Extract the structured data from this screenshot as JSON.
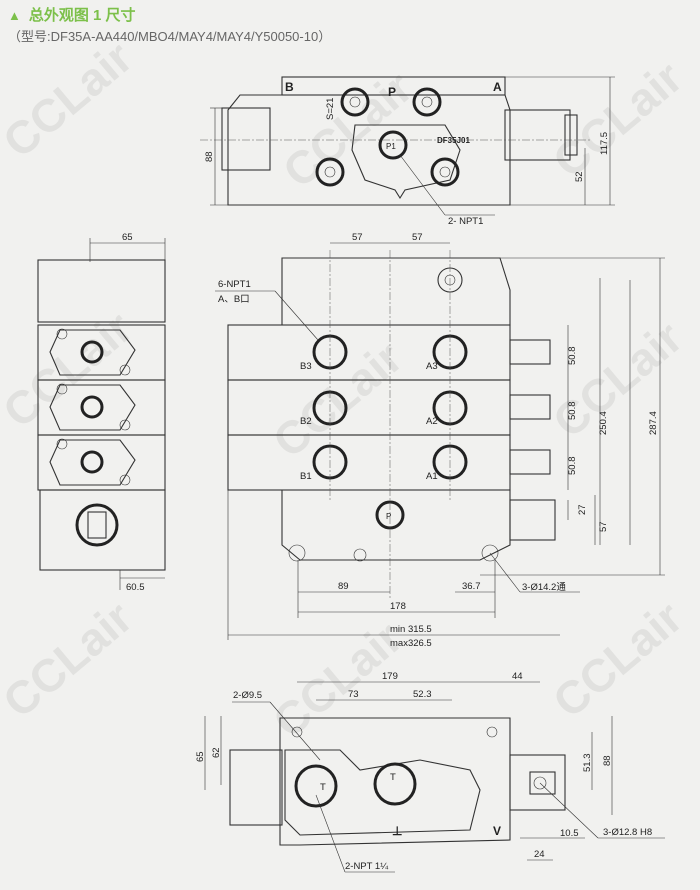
{
  "header": {
    "icon": "triangle-icon",
    "title": "总外观图 1 尺寸",
    "subtitle": "（型号:DF35A-AA440/MBO4/MAY4/MAY4/Y50050-10）"
  },
  "colors": {
    "accent": "#7cc04a",
    "line": "#333333",
    "background": "#f1f1ef"
  },
  "watermark": "CCLair",
  "top_view": {
    "label_b": "B",
    "label_p": "P",
    "label_a": "A",
    "s_dim": "S=21",
    "model": "DF35J01",
    "port_p1": "P1",
    "dim_height": "88",
    "dim_total": "117.5",
    "dim_axis": "52",
    "callout": "2- NPT1"
  },
  "side_view": {
    "dim_width": "65",
    "dim_bottom": "60.5"
  },
  "front_view": {
    "dim_pitch_1": "57",
    "dim_pitch_2": "57",
    "callout_ports": "6-NPT1",
    "callout_ports_sub": "A、B口",
    "ports": [
      "B3",
      "A3",
      "B2",
      "A2",
      "B1",
      "A1"
    ],
    "inlet": "P",
    "dim_section": [
      "50.8",
      "50.8",
      "50.8"
    ],
    "dim_250": "250.4",
    "dim_287": "287.4",
    "dim_27": "27",
    "dim_57": "57",
    "dim_89": "89",
    "dim_36": "36.7",
    "callout_holes": "3-Ø14.2通",
    "dim_178": "178",
    "dim_min": "min 315.5",
    "dim_max": "max326.5"
  },
  "bottom_view": {
    "dim_179": "179",
    "dim_44": "44",
    "callout_holes": "2-Ø9.5",
    "dim_73": "73",
    "dim_52": "52.3",
    "dim_65": "65",
    "dim_62": "62",
    "dim_51": "51.3",
    "dim_88": "88",
    "dim_10": "10.5",
    "callout_pin": "3-Ø12.8 H8",
    "dim_24": "24",
    "callout_ports": "2-NPT 1¼",
    "port_t1": "T",
    "port_t2": "T",
    "mark_t": "⊥",
    "mark_v": "V"
  }
}
